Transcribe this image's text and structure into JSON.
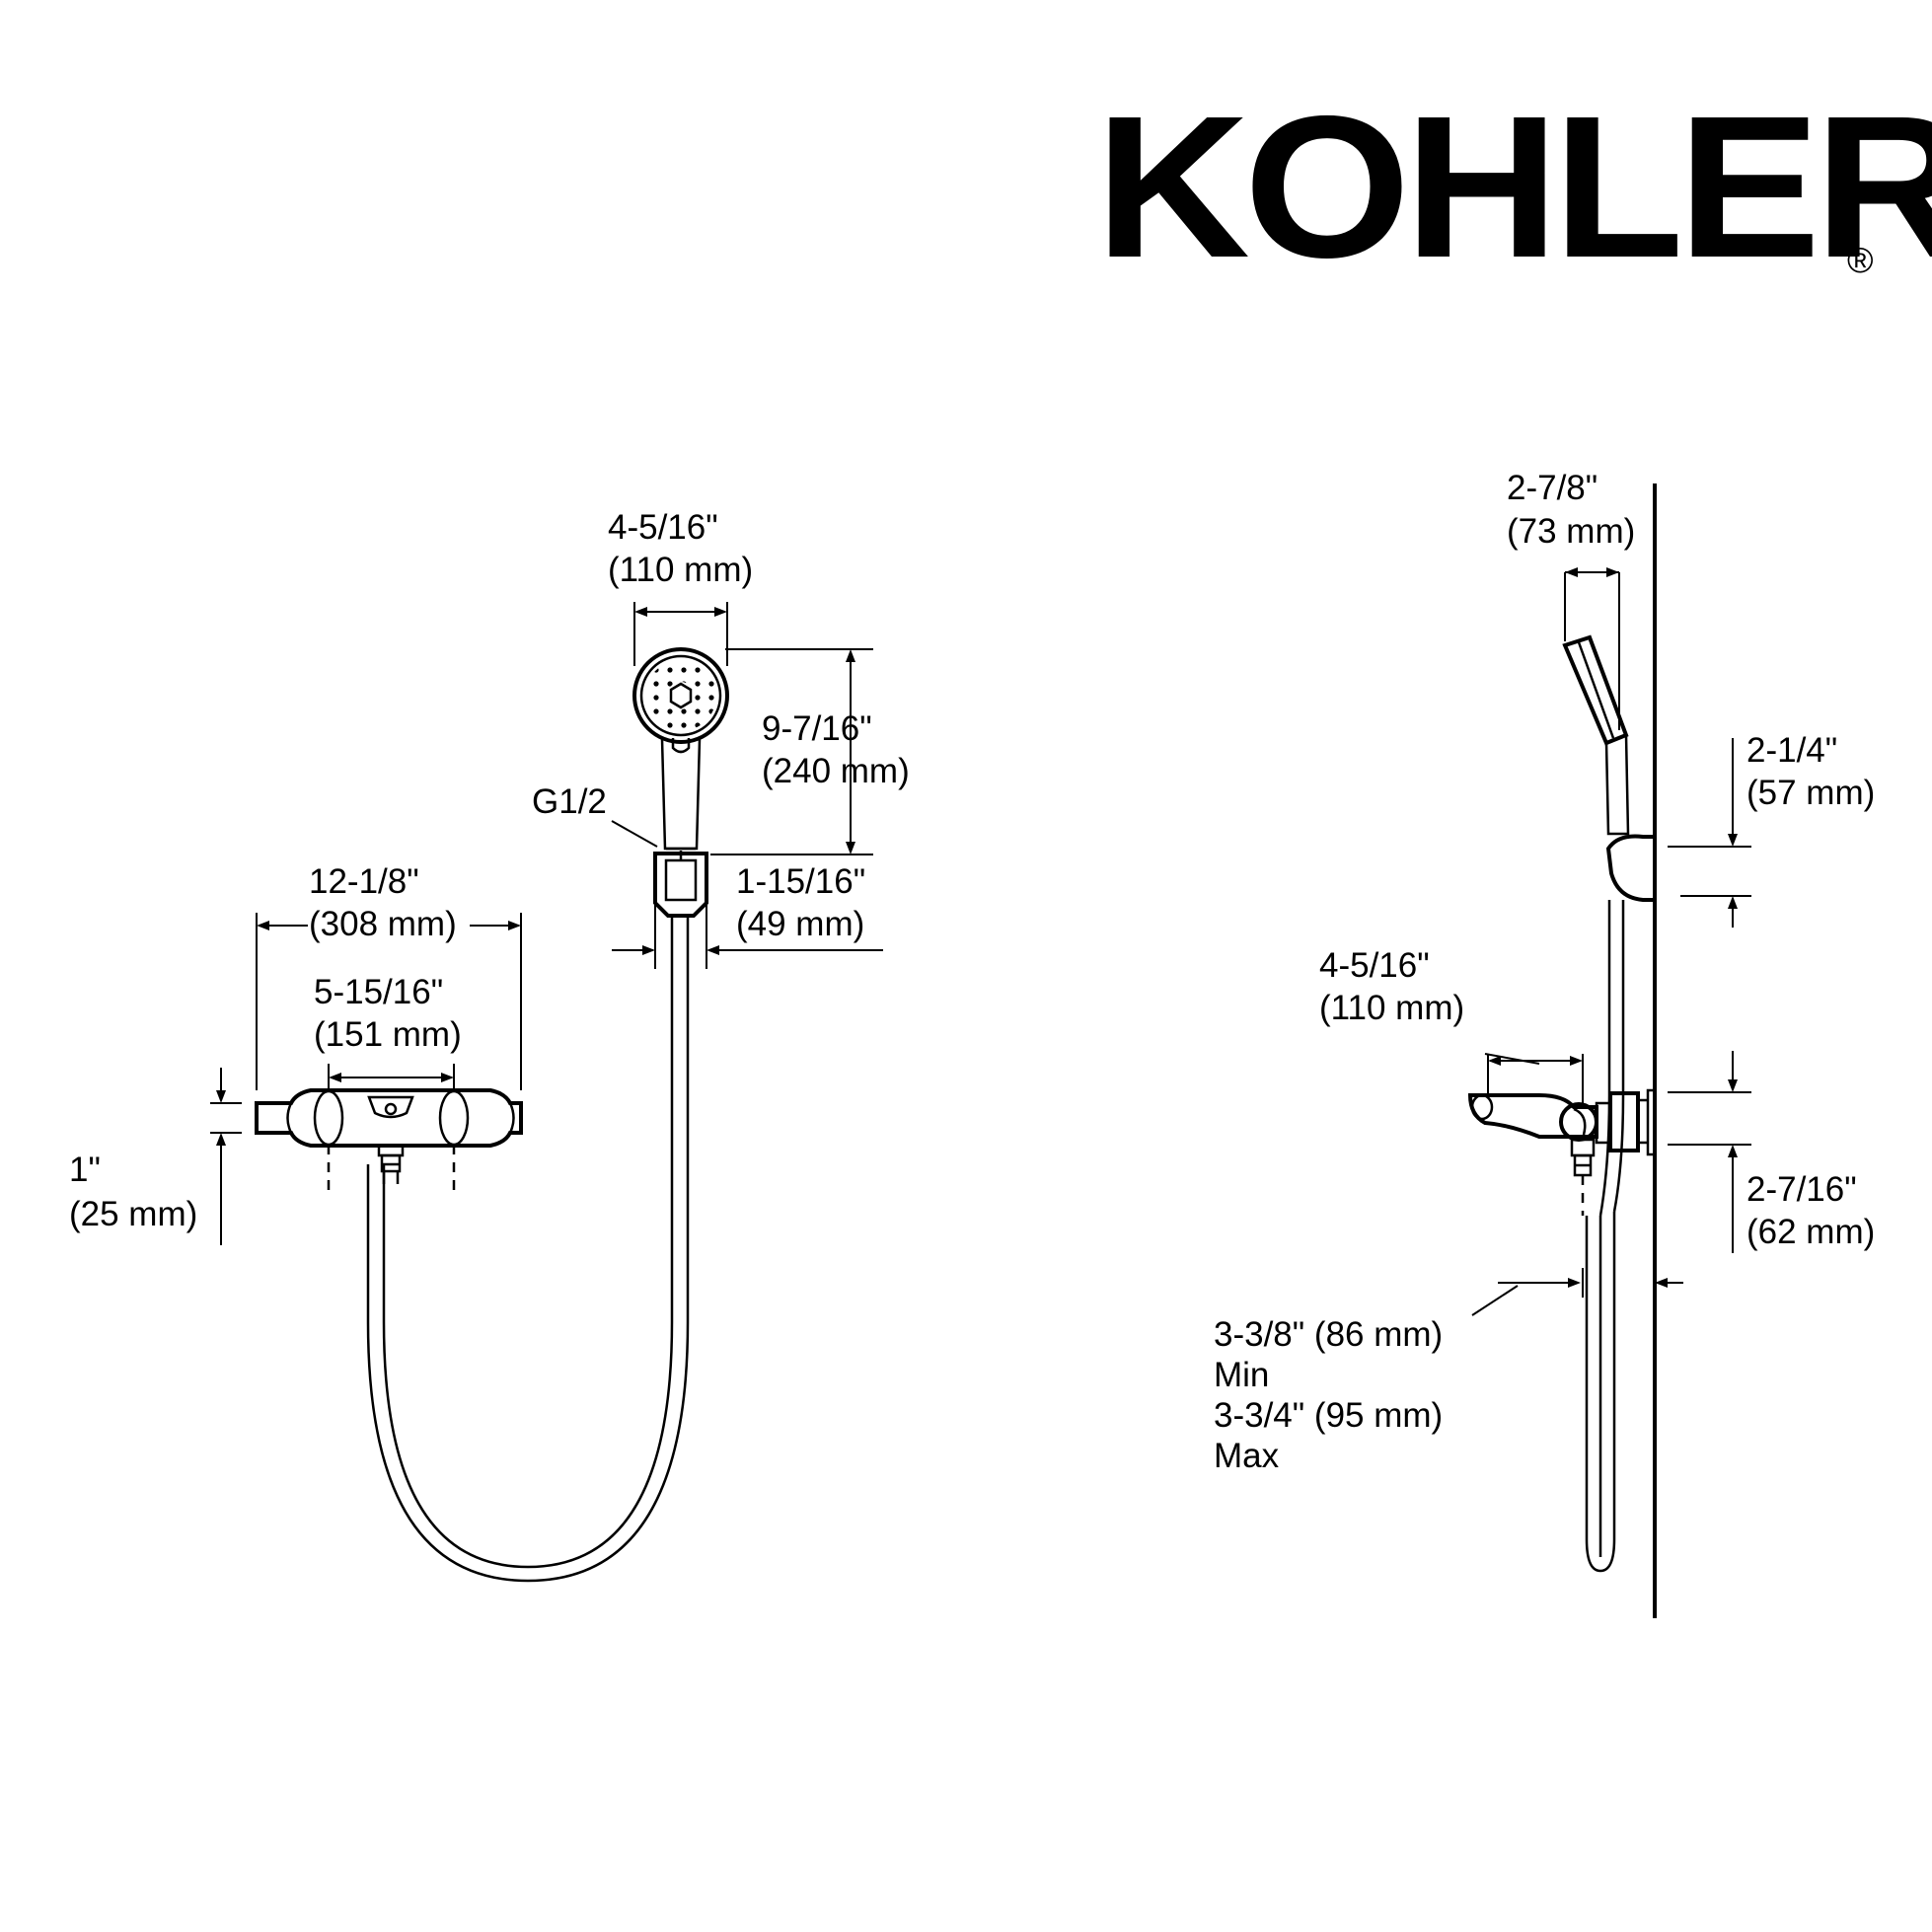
{
  "brand": {
    "name": "KOHLER",
    "trademark": "®"
  },
  "front_view": {
    "handshower_width": {
      "imperial": "4-5/16\"",
      "metric": "(110 mm)"
    },
    "handshower_height": {
      "imperial": "9-7/16\"",
      "metric": "(240 mm)"
    },
    "connection": "G1/2",
    "holder_width": {
      "imperial": "1-15/16\"",
      "metric": "(49 mm)"
    },
    "valve_length": {
      "imperial": "12-1/8\"",
      "metric": "(308 mm)"
    },
    "centers": {
      "imperial": "5-15/16\"",
      "metric": "(151 mm)"
    },
    "valve_height": {
      "imperial": "1\"",
      "metric": "(25 mm)"
    }
  },
  "side_view": {
    "handshower_depth": {
      "imperial": "2-7/8\"",
      "metric": "(73 mm)"
    },
    "holder_height": {
      "imperial": "2-1/4\"",
      "metric": "(57 mm)"
    },
    "spout_reach": {
      "imperial": "4-5/16\"",
      "metric": "(110 mm)"
    },
    "flange_height": {
      "imperial": "2-7/16\"",
      "metric": "(62 mm)"
    },
    "projection_min": {
      "value": "3-3/8\" (86 mm)",
      "label": "Min"
    },
    "projection_max": {
      "value": "3-3/4\" (95 mm)",
      "label": "Max"
    }
  }
}
